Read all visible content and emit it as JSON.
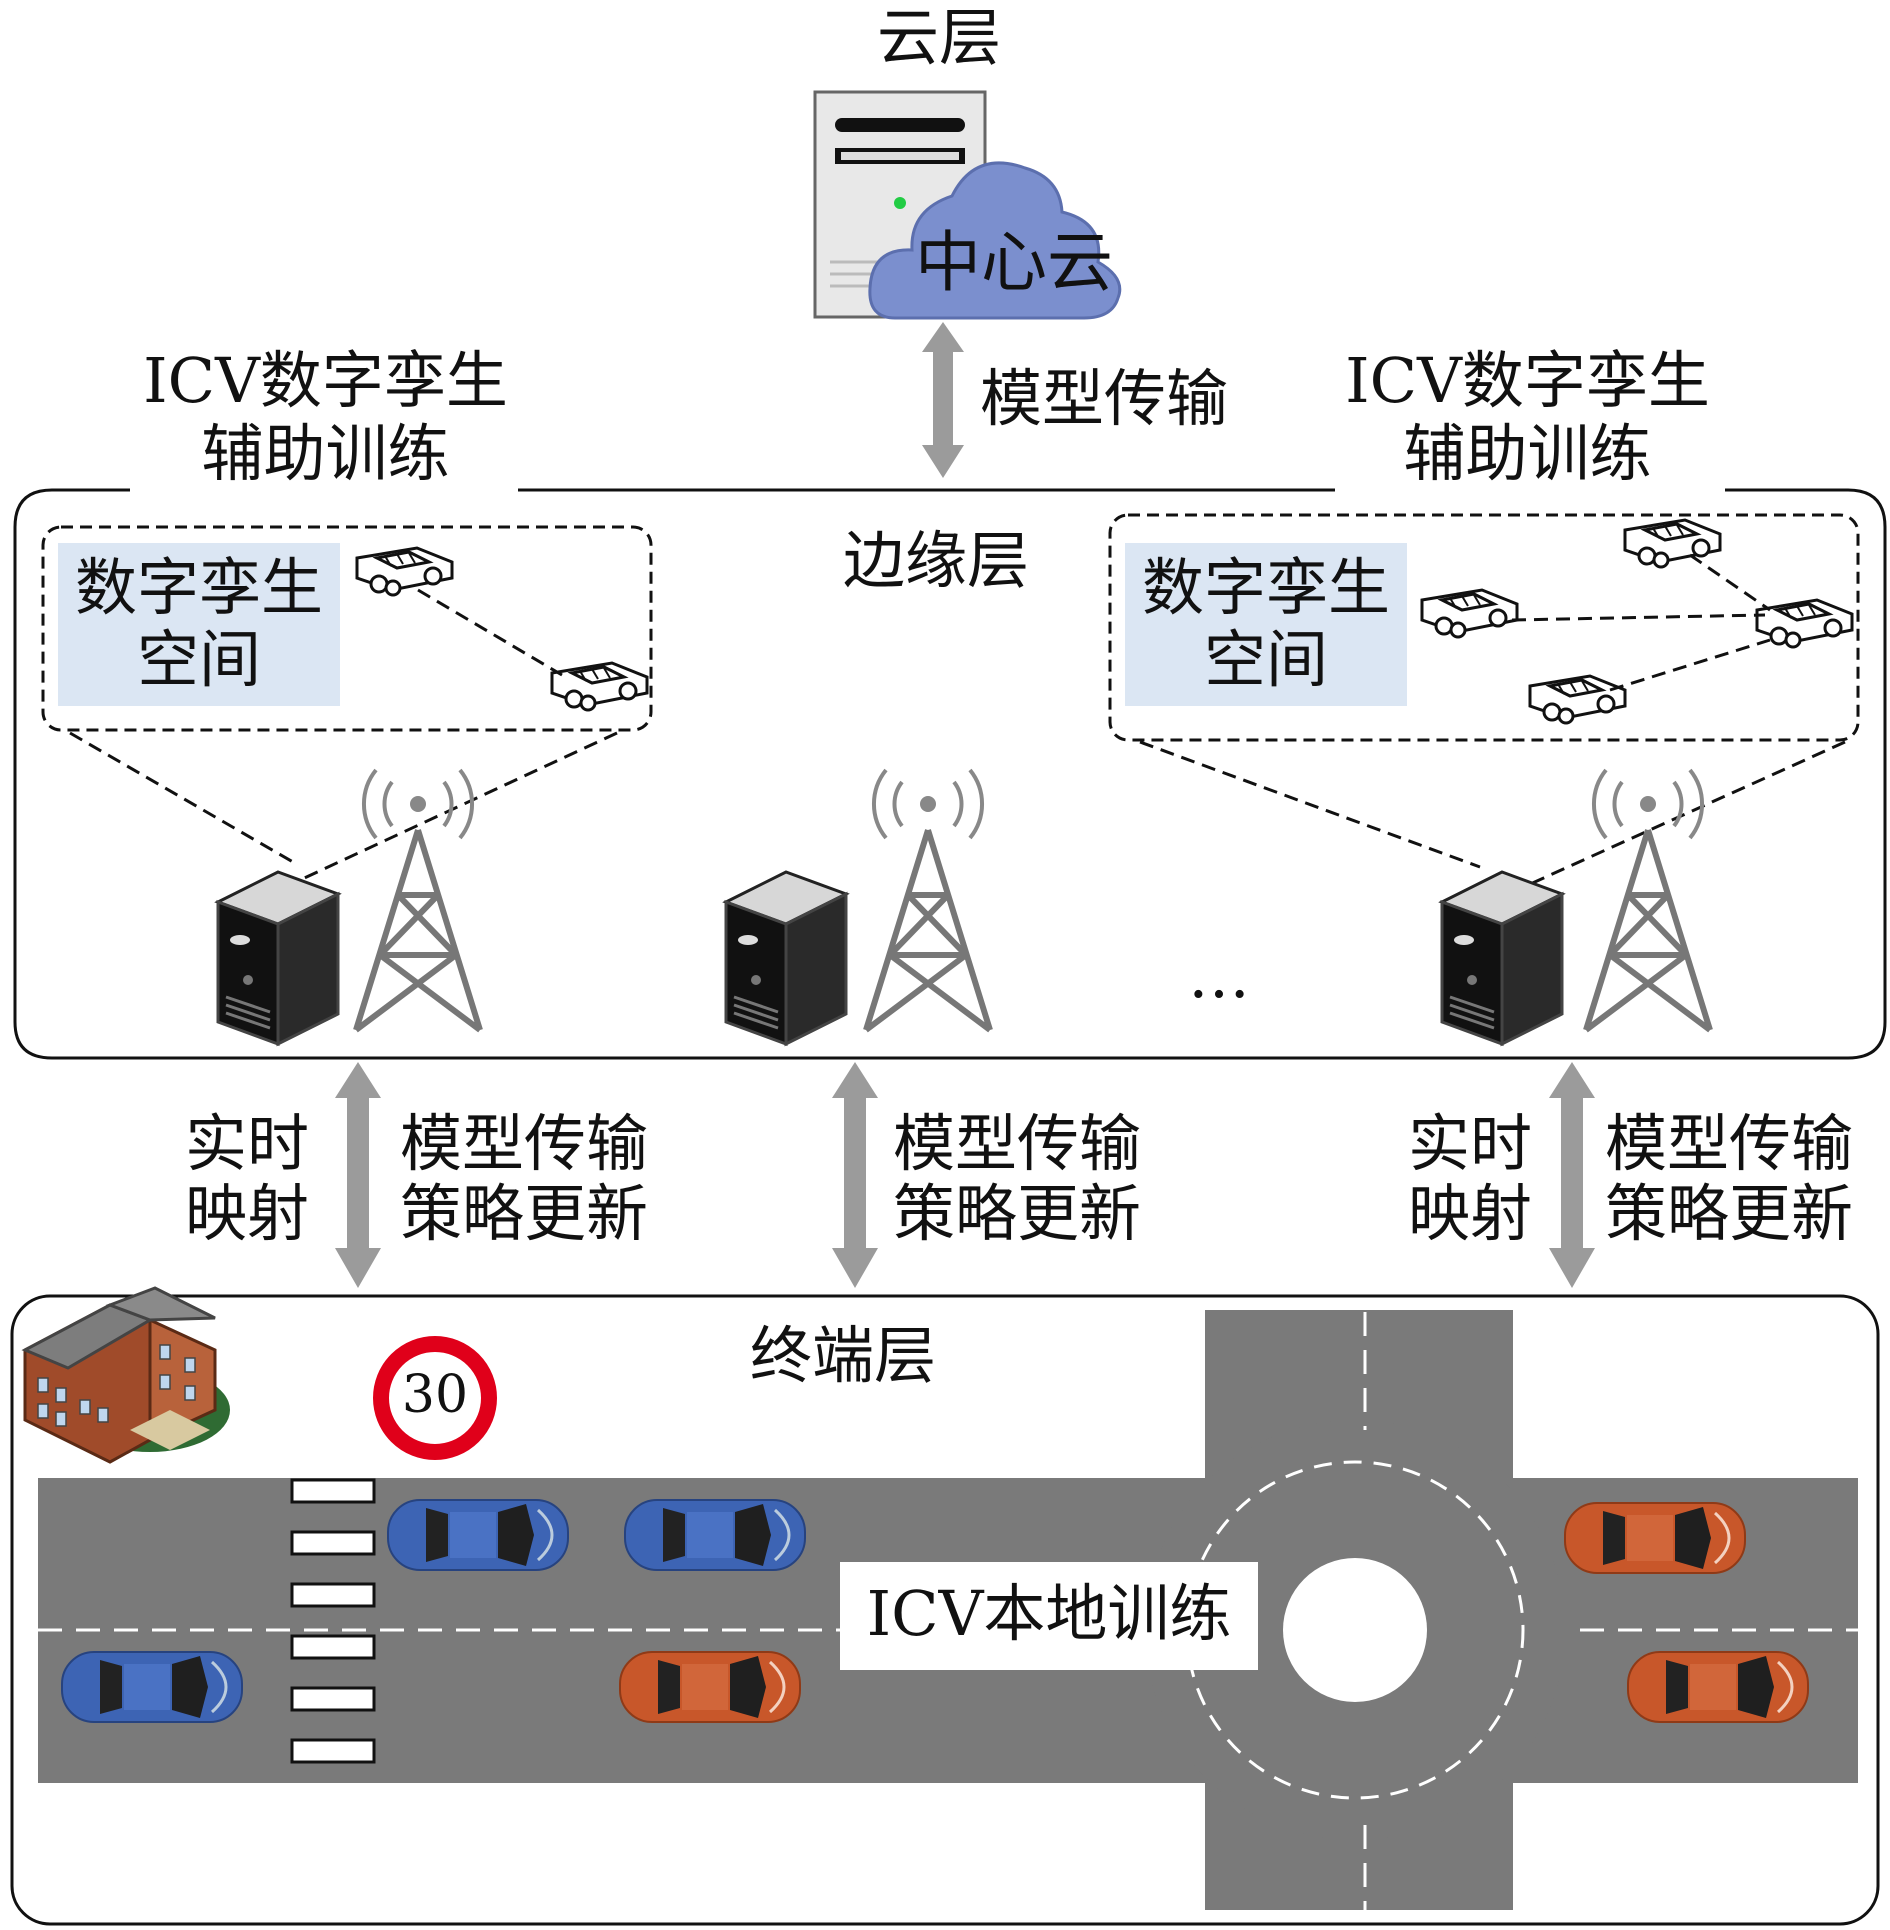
{
  "cloud_layer": {
    "title": "云层",
    "central_cloud": "中心云",
    "model_transfer": "模型传输"
  },
  "edge_layer": {
    "title": "边缘层",
    "left_assist": [
      "ICV数字孪生",
      "辅助训练"
    ],
    "right_assist": [
      "ICV数字孪生",
      "辅助训练"
    ],
    "twin_space": [
      "数字孪生",
      "空间"
    ],
    "ellipsis": "…"
  },
  "links": {
    "realtime_mapping": [
      "实时",
      "映射"
    ],
    "model_policy": [
      "模型传输",
      "策略更新"
    ]
  },
  "terminal_layer": {
    "title": "终端层",
    "speed_limit": "30",
    "local_training": "ICV本地训练"
  },
  "colors": {
    "arrow": "#9b9b9b",
    "cloud": "#7b8fce",
    "twin_box_fill": "#dbe6f3",
    "road": "#7a7a7a",
    "blue_car": "#3d64b4",
    "orange_car": "#c8572a",
    "sign_red": "#e0001a"
  },
  "icons": [
    "server-icon",
    "cloud-icon",
    "edge-server-icon",
    "antenna-tower-icon",
    "vehicle-outline-icon",
    "building-icon",
    "speed-limit-sign-icon",
    "car-icon"
  ]
}
